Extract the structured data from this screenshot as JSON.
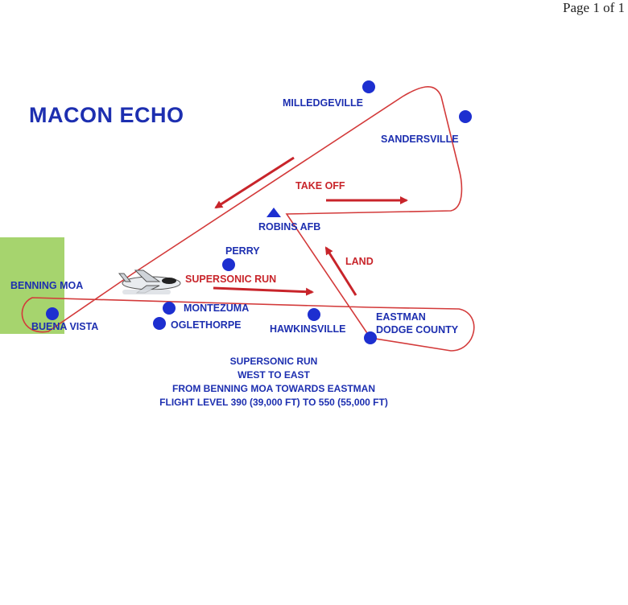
{
  "page_label": "Page 1 of 1",
  "title": "MACON ECHO",
  "places": {
    "milledgeville": "MILLEDGEVILLE",
    "sandersville": "SANDERSVILLE",
    "robins_afb": "ROBINS AFB",
    "perry": "PERRY",
    "benning_moa": "BENNING MOA",
    "buena_vista": "BUENA VISTA",
    "montezuma": "MONTEZUMA",
    "oglethorpe": "OGLETHORPE",
    "hawkinsville": "HAWKINSVILLE",
    "eastman": "EASTMAN",
    "dodge_county": "DODGE COUNTY"
  },
  "route_labels": {
    "take_off": "TAKE OFF",
    "land": "LAND",
    "supersonic_run": "SUPERSONIC RUN"
  },
  "caption": [
    "SUPERSONIC RUN",
    "WEST TO EAST",
    "FROM BENNING MOA TOWARDS EASTMAN",
    "FLIGHT LEVEL 390 (39,000 FT) TO 550 (55,000 FT)"
  ],
  "colors": {
    "label_blue": "#1d2fb0",
    "route_red": "#c8242a",
    "moa_green": "#a6d46e"
  },
  "icons": [
    "city-dot-icon",
    "airbase-triangle-icon",
    "aircraft-icon",
    "direction-arrow-icon"
  ]
}
